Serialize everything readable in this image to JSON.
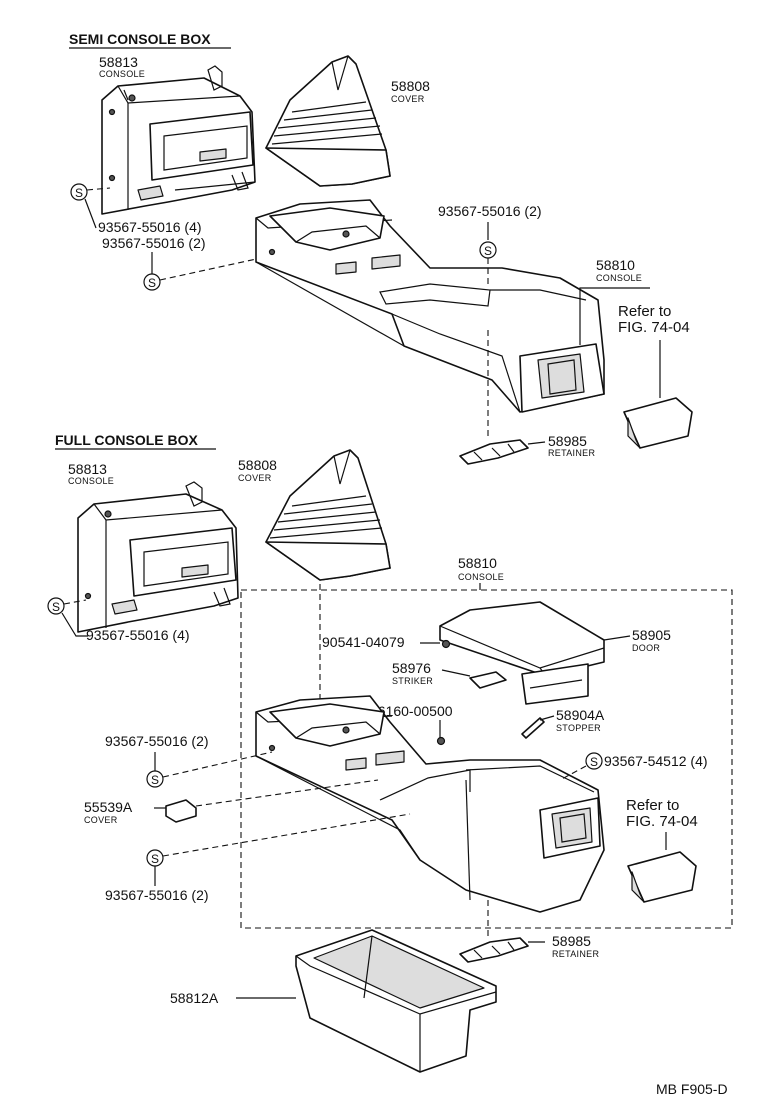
{
  "sections": {
    "semi": "SEMI CONSOLE BOX",
    "full": "FULL CONSOLE BOX"
  },
  "screw_symbol": "S",
  "labels": {
    "semi_console_num": "58813",
    "semi_console_sub": "CONSOLE",
    "semi_cover_num": "58808",
    "semi_cover_sub": "COVER",
    "semi_screw1": "93567-55016 (4)",
    "semi_screw2": "93567-55016 (2)",
    "semi_screw3": "93567-55016 (2)",
    "semi_main_num": "58810",
    "semi_main_sub": "CONSOLE",
    "semi_refer1": "Refer to",
    "semi_refer2": "FIG. 74-04",
    "semi_retainer_num": "58985",
    "semi_retainer_sub": "RETAINER",
    "full_console_num": "58813",
    "full_console_sub": "CONSOLE",
    "full_cover_num": "58808",
    "full_cover_sub": "COVER",
    "full_screw1": "93567-55016 (4)",
    "full_main_num": "58810",
    "full_main_sub": "CONSOLE",
    "clip_num": "90541-04079",
    "door_num": "58905",
    "door_sub": "DOOR",
    "striker_num": "58976",
    "striker_sub": "STRIKER",
    "pin_num": "96160-00500",
    "stopper_num": "58904A",
    "stopper_sub": "STOPPER",
    "full_screw2": "93567-55016 (2)",
    "full_screw3": "93567-54512 (4)",
    "small_cover_num": "55539A",
    "small_cover_sub": "COVER",
    "full_refer1": "Refer to",
    "full_refer2": "FIG. 74-04",
    "full_screw4": "93567-55016 (2)",
    "full_retainer_num": "58985",
    "full_retainer_sub": "RETAINER",
    "tray_num": "58812A"
  },
  "footer_code": "MB F905-D"
}
